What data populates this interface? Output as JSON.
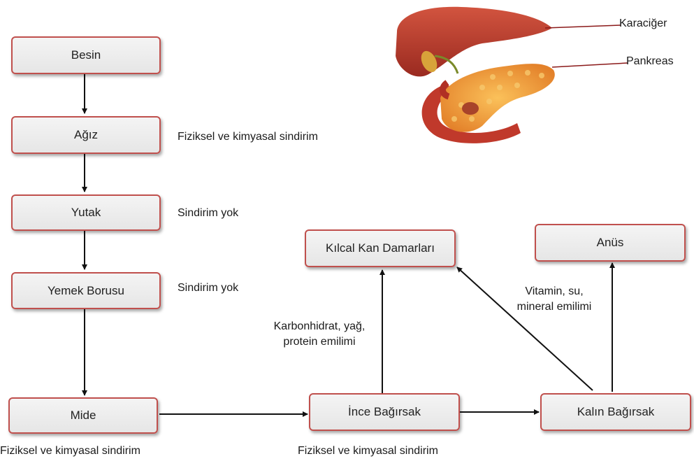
{
  "boxes": {
    "besin": "Besin",
    "agiz": "Ağız",
    "yutak": "Yutak",
    "yemek_borusu": "Yemek Borusu",
    "mide": "Mide",
    "ince_bagirsak": "İnce Bağırsak",
    "kalin_bagirsak": "Kalın Bağırsak",
    "kilcal_kan_damarlari": "Kılcal Kan Damarları",
    "anus": "Anüs"
  },
  "annotations": {
    "agiz": "Fiziksel ve kimyasal sindirim",
    "yutak": "Sindirim yok",
    "yemek_borusu": "Sindirim yok",
    "mide": "Fiziksel ve kimyasal sindirim",
    "ince_bagirsak": "Fiziksel ve kimyasal sindirim",
    "absorption_small_line1": "Karbonhidrat, yağ,",
    "absorption_small_line2": "protein emilimi",
    "absorption_large_line1": "Vitamin, su,",
    "absorption_large_line2": "mineral emilimi"
  },
  "illustration": {
    "liver_label": "Karaciğer",
    "pancreas_label": "Pankreas"
  },
  "colors": {
    "box_border": "#c0504d",
    "liver": "#b83a2c",
    "pancreas": "#f0a23a"
  }
}
